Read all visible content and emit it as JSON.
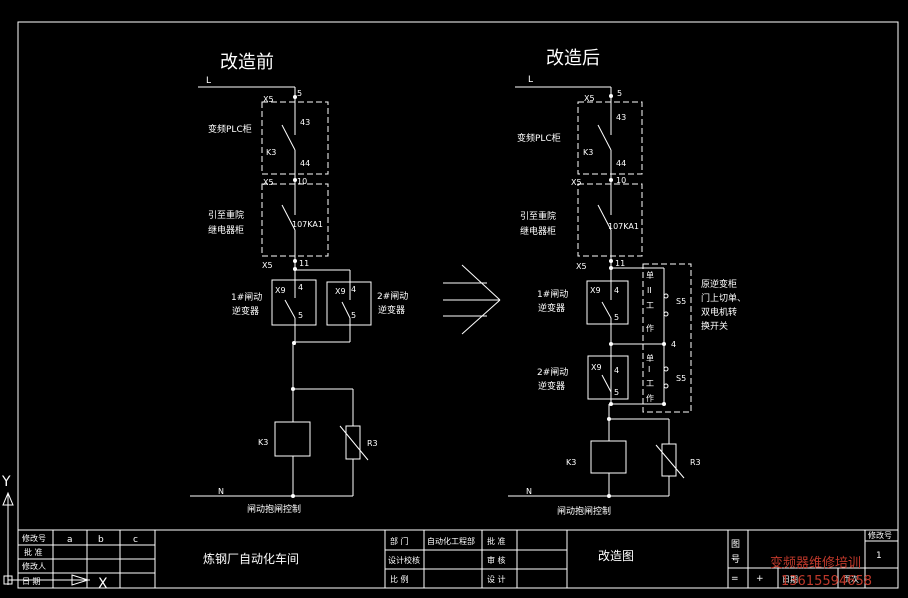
{
  "before": {
    "title": "改造前",
    "line_L": "L",
    "line_N": "N",
    "x5": "X5",
    "t5": "5",
    "t43": "43",
    "t44": "44",
    "t10": "10",
    "t11": "11",
    "plc_cabinet": "变频PLC柜",
    "k3": "K3",
    "relay_cabinet_1": "引至重院",
    "relay_cabinet_2": "继电器柜",
    "ka1": "107KA1",
    "inv1_1": "1#闸动",
    "inv1_2": "逆变器",
    "inv2_1": "2#闸动",
    "inv2_2": "逆变器",
    "x9": "X9",
    "t4": "4",
    "coil": "K3",
    "r3": "R3",
    "caption": "闸动抱闸控制"
  },
  "after": {
    "title": "改造后",
    "line_L": "L",
    "line_N": "N",
    "x5": "X5",
    "t5": "5",
    "t43": "43",
    "t44": "44",
    "t10": "10",
    "t11": "11",
    "plc_cabinet": "变频PLC柜",
    "k3": "K3",
    "relay_cabinet_1": "引至重院",
    "relay_cabinet_2": "继电器柜",
    "ka1": "107KA1",
    "inv1_1": "1#闸动",
    "inv1_2": "逆变器",
    "inv2_1": "2#闸动",
    "inv2_2": "逆变器",
    "x9": "X9",
    "t4": "4",
    "s5": "S5",
    "sw_top": [
      "单",
      "II",
      "工",
      "作"
    ],
    "sw_bot": [
      "单",
      "I",
      "工",
      "作"
    ],
    "note": [
      "原逆变柜",
      "门上切单、",
      "双电机转",
      "换开关"
    ],
    "coil": "K3",
    "r3": "R3",
    "caption": "闸动抱闸控制"
  },
  "title_block": {
    "rev_no": "修改号",
    "a": "a",
    "b": "b",
    "c": "c",
    "approve": "批 准",
    "modifier": "修改人",
    "date": "日 期",
    "workshop": "炼钢厂自动化车间",
    "dept": "部  门",
    "dept_val": "自动化工程部",
    "approve2": "批 准",
    "designer": "设计校核",
    "review": "审 核",
    "scale": "比  例",
    "design": "设 计",
    "drawing_name": "改造图",
    "drawing_no_1": "图",
    "drawing_no_2": "号",
    "rev_no_2": "修改号",
    "date2": "日期",
    "page": "页次",
    "one": "1",
    "eq": "=",
    "plus": "+"
  },
  "watermark": [
    "变频器维修培训",
    "13615594658"
  ],
  "ucs": {
    "y": "Y",
    "x": "X"
  }
}
